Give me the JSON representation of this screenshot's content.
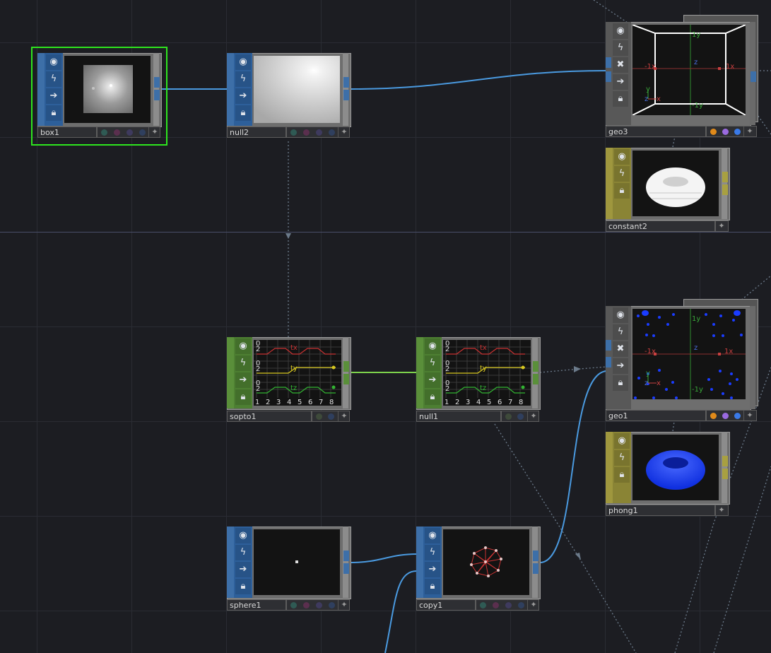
{
  "nodes": {
    "box1": {
      "name": "box1",
      "type": "SOP",
      "selected": true
    },
    "null2": {
      "name": "null2",
      "type": "SOP"
    },
    "geo3": {
      "name": "geo3",
      "type": "COMP",
      "axis": {
        "minus_x": "-1x",
        "x": "1x",
        "y": "1y",
        "minus_y": "-1y",
        "z": "z"
      },
      "mini_axis": {
        "y": "y",
        "z": "z",
        "x": "x"
      }
    },
    "constant2": {
      "name": "constant2",
      "type": "MAT"
    },
    "sopto1": {
      "name": "sopto1",
      "type": "CHOP",
      "channels": [
        "tx",
        "ty",
        "tz"
      ],
      "ticks": [
        "1",
        "2",
        "3",
        "4",
        "5",
        "6",
        "7",
        "8"
      ],
      "side_labels": [
        "0",
        "2",
        "0",
        "2",
        "0",
        "2"
      ]
    },
    "null1": {
      "name": "null1",
      "type": "CHOP",
      "channels": [
        "tx",
        "ty",
        "tz"
      ],
      "ticks": [
        "1",
        "2",
        "3",
        "4",
        "5",
        "6",
        "7",
        "8"
      ]
    },
    "geo1": {
      "name": "geo1",
      "type": "COMP",
      "axis": {
        "minus_x": "-1x",
        "x": "1x",
        "y": "1y",
        "minus_y": "-1y",
        "z": "z"
      },
      "mini_axis": {
        "y": "y",
        "z": "z",
        "x": "x"
      }
    },
    "phong1": {
      "name": "phong1",
      "type": "MAT"
    },
    "sphere1": {
      "name": "sphere1",
      "type": "SOP"
    },
    "copy1": {
      "name": "copy1",
      "type": "SOP"
    }
  },
  "icons": {
    "viewer": "eye-icon",
    "bypass": "lightning-icon",
    "display": "arrow-right-icon",
    "lock": "lock-icon",
    "clone": "x-icon"
  },
  "colors": {
    "sop": "#3d6fa8",
    "chop": "#5a8f3a",
    "mat": "#9f973e",
    "selection": "#2ee51e",
    "wire_sop": "#4a9ae0",
    "wire_chop": "#7dd34c",
    "ch_tx": "#c83232",
    "ch_ty": "#d8c820",
    "ch_tz": "#32b432"
  }
}
